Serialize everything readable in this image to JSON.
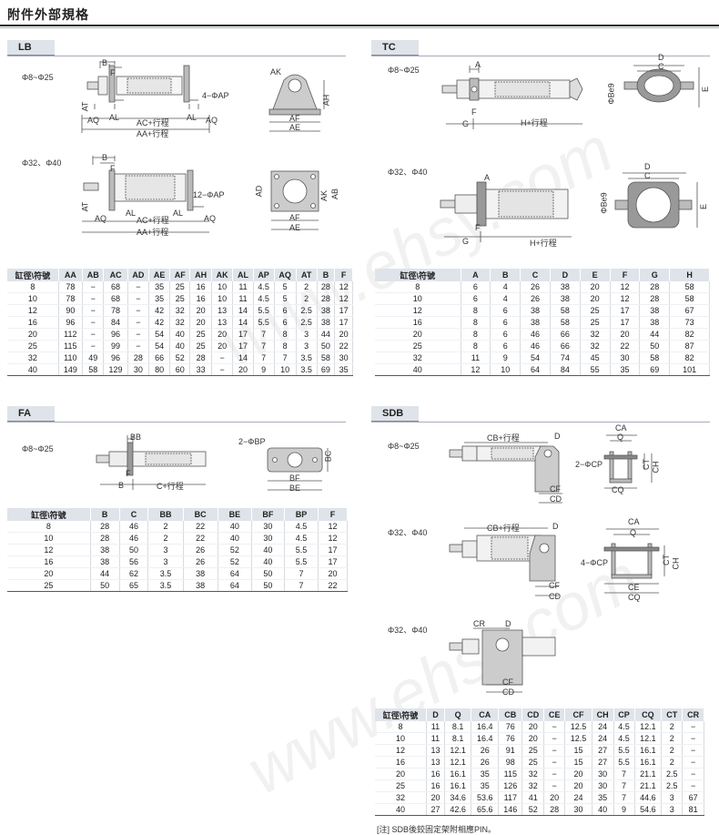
{
  "page": {
    "title": "附件外部規格",
    "watermark": "www.ehsy.com"
  },
  "lb": {
    "tag": "LB",
    "size1": "Φ8~Φ25",
    "size2": "Φ32、Φ40",
    "labels": {
      "B": "B",
      "F": "F",
      "AT": "AT",
      "AQ": "AQ",
      "AL": "AL",
      "AC": "AC+行程",
      "AA": "AA+行程",
      "AP4": "4−ΦAP",
      "AP12": "12−ΦAP",
      "AK": "AK",
      "AH": "AH",
      "AF": "AF",
      "AE": "AE",
      "AD": "AD",
      "AB": "AB"
    },
    "table": {
      "headers": [
        "缸徑\\符號",
        "AA",
        "AB",
        "AC",
        "AD",
        "AE",
        "AF",
        "AH",
        "AK",
        "AL",
        "AP",
        "AQ",
        "AT",
        "B",
        "F"
      ],
      "rows": [
        [
          "8",
          "78",
          "−",
          "68",
          "−",
          "35",
          "25",
          "16",
          "10",
          "11",
          "4.5",
          "5",
          "2",
          "28",
          "12"
        ],
        [
          "10",
          "78",
          "−",
          "68",
          "−",
          "35",
          "25",
          "16",
          "10",
          "11",
          "4.5",
          "5",
          "2",
          "28",
          "12"
        ],
        [
          "12",
          "90",
          "−",
          "78",
          "−",
          "42",
          "32",
          "20",
          "13",
          "14",
          "5.5",
          "6",
          "2.5",
          "38",
          "17"
        ],
        [
          "16",
          "96",
          "−",
          "84",
          "−",
          "42",
          "32",
          "20",
          "13",
          "14",
          "5.5",
          "6",
          "2.5",
          "38",
          "17"
        ],
        [
          "20",
          "112",
          "−",
          "96",
          "−",
          "54",
          "40",
          "25",
          "20",
          "17",
          "7",
          "8",
          "3",
          "44",
          "20"
        ],
        [
          "25",
          "115",
          "−",
          "99",
          "−",
          "54",
          "40",
          "25",
          "20",
          "17",
          "7",
          "8",
          "3",
          "50",
          "22"
        ],
        [
          "32",
          "110",
          "49",
          "96",
          "28",
          "66",
          "52",
          "28",
          "−",
          "14",
          "7",
          "7",
          "3.5",
          "58",
          "30"
        ],
        [
          "40",
          "149",
          "58",
          "129",
          "30",
          "80",
          "60",
          "33",
          "−",
          "20",
          "9",
          "10",
          "3.5",
          "69",
          "35"
        ]
      ]
    }
  },
  "tc": {
    "tag": "TC",
    "size1": "Φ8~Φ25",
    "size2": "Φ32、Φ40",
    "labels": {
      "A": "A",
      "F": "F",
      "G": "G",
      "H": "H+行程",
      "D": "D",
      "C": "C",
      "Be9": "ΦBe9",
      "E": "E"
    },
    "table": {
      "headers": [
        "缸徑\\符號",
        "A",
        "B",
        "C",
        "D",
        "E",
        "F",
        "G",
        "H"
      ],
      "rows": [
        [
          "8",
          "6",
          "4",
          "26",
          "38",
          "20",
          "12",
          "28",
          "58"
        ],
        [
          "10",
          "6",
          "4",
          "26",
          "38",
          "20",
          "12",
          "28",
          "58"
        ],
        [
          "12",
          "8",
          "6",
          "38",
          "58",
          "25",
          "17",
          "38",
          "67"
        ],
        [
          "16",
          "8",
          "6",
          "38",
          "58",
          "25",
          "17",
          "38",
          "73"
        ],
        [
          "20",
          "8",
          "6",
          "46",
          "66",
          "32",
          "20",
          "44",
          "82"
        ],
        [
          "25",
          "8",
          "6",
          "46",
          "66",
          "32",
          "22",
          "50",
          "87"
        ],
        [
          "32",
          "11",
          "9",
          "54",
          "74",
          "45",
          "30",
          "58",
          "82"
        ],
        [
          "40",
          "12",
          "10",
          "64",
          "84",
          "55",
          "35",
          "69",
          "101"
        ]
      ]
    }
  },
  "fa": {
    "tag": "FA",
    "size1": "Φ8~Φ25",
    "labels": {
      "BB": "BB",
      "F": "F",
      "B": "B",
      "C": "C+行程",
      "BP": "2−ΦBP",
      "BC": "BC",
      "BF": "BF",
      "BE": "BE"
    },
    "table": {
      "headers": [
        "缸徑\\符號",
        "B",
        "C",
        "BB",
        "BC",
        "BE",
        "BF",
        "BP",
        "F"
      ],
      "rows": [
        [
          "8",
          "28",
          "46",
          "2",
          "22",
          "40",
          "30",
          "4.5",
          "12"
        ],
        [
          "10",
          "28",
          "46",
          "2",
          "22",
          "40",
          "30",
          "4.5",
          "12"
        ],
        [
          "12",
          "38",
          "50",
          "3",
          "26",
          "52",
          "40",
          "5.5",
          "17"
        ],
        [
          "16",
          "38",
          "56",
          "3",
          "26",
          "52",
          "40",
          "5.5",
          "17"
        ],
        [
          "20",
          "44",
          "62",
          "3.5",
          "38",
          "64",
          "50",
          "7",
          "20"
        ],
        [
          "25",
          "50",
          "65",
          "3.5",
          "38",
          "64",
          "50",
          "7",
          "22"
        ]
      ]
    }
  },
  "sdb": {
    "tag": "SDB",
    "size1": "Φ8~Φ25",
    "size2": "Φ32、Φ40",
    "size3": "Φ32、Φ40",
    "labels": {
      "CB": "CB+行程",
      "D": "D",
      "CA": "CA",
      "Q": "Q",
      "CP2": "2−ΦCP",
      "CP4": "4−ΦCP",
      "CT": "CT",
      "CH": "CH",
      "CE": "CE",
      "CF": "CF",
      "CQ": "CQ",
      "CD": "CD",
      "CR": "CR"
    },
    "table": {
      "headers": [
        "缸徑\\符號",
        "D",
        "Q",
        "CA",
        "CB",
        "CD",
        "CE",
        "CF",
        "CH",
        "CP",
        "CQ",
        "CT",
        "CR"
      ],
      "rows": [
        [
          "8",
          "11",
          "8.1",
          "16.4",
          "76",
          "20",
          "−",
          "12.5",
          "24",
          "4.5",
          "12.1",
          "2",
          "−"
        ],
        [
          "10",
          "11",
          "8.1",
          "16.4",
          "76",
          "20",
          "−",
          "12.5",
          "24",
          "4.5",
          "12.1",
          "2",
          "−"
        ],
        [
          "12",
          "13",
          "12.1",
          "26",
          "91",
          "25",
          "−",
          "15",
          "27",
          "5.5",
          "16.1",
          "2",
          "−"
        ],
        [
          "16",
          "13",
          "12.1",
          "26",
          "98",
          "25",
          "−",
          "15",
          "27",
          "5.5",
          "16.1",
          "2",
          "−"
        ],
        [
          "20",
          "16",
          "16.1",
          "35",
          "115",
          "32",
          "−",
          "20",
          "30",
          "7",
          "21.1",
          "2.5",
          "−"
        ],
        [
          "25",
          "16",
          "16.1",
          "35",
          "126",
          "32",
          "−",
          "20",
          "30",
          "7",
          "21.1",
          "2.5",
          "−"
        ],
        [
          "32",
          "20",
          "34.6",
          "53.6",
          "117",
          "41",
          "20",
          "24",
          "35",
          "7",
          "44.6",
          "3",
          "67"
        ],
        [
          "40",
          "27",
          "42.6",
          "65.6",
          "146",
          "52",
          "28",
          "30",
          "40",
          "9",
          "54.6",
          "3",
          "81"
        ]
      ]
    },
    "note": "[注] SDB後鉸固定架附相應PIN。"
  }
}
